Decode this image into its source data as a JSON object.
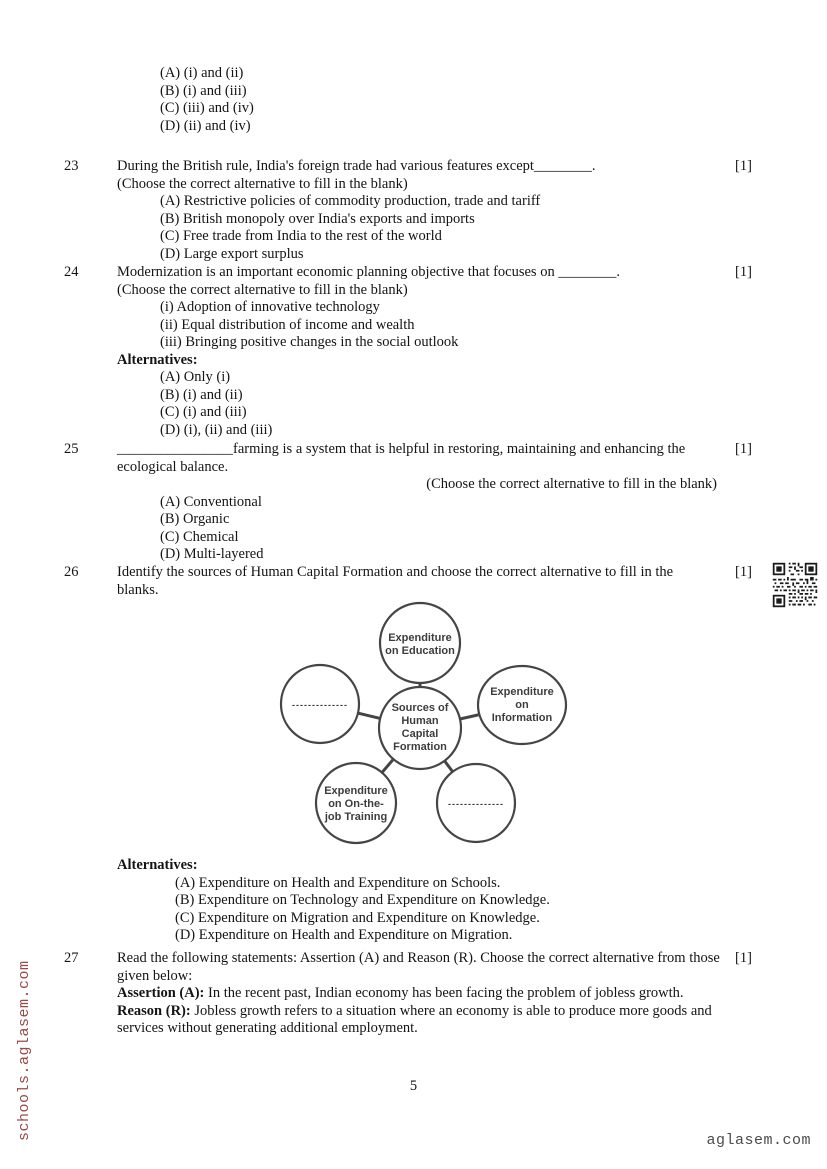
{
  "page": {
    "number": "5",
    "watermark_left": "schools.aglasem.com",
    "watermark_right": "aglasem.com"
  },
  "colors": {
    "watermark_red": "#9a4a45",
    "watermark_gray": "#4b4b4b",
    "diagram_stroke": "#454545",
    "text_black": "#141414"
  },
  "continuation_options": [
    "(A) (i) and (ii)",
    "(B) (i) and (iii)",
    "(C) (iii) and (iv)",
    "(D) (ii) and (iv)"
  ],
  "questions": {
    "q23": {
      "number": "23",
      "marks": "[1]",
      "text": "During the British rule, India's foreign trade had various features except________.",
      "hint": "(Choose the correct alternative to fill in the blank)",
      "options": [
        "(A) Restrictive policies of commodity production, trade and tariff",
        "(B) British monopoly over India's exports and imports",
        "(C) Free trade from India to the rest of the world",
        "(D) Large export surplus"
      ]
    },
    "q24": {
      "number": "24",
      "marks": "[1]",
      "text": "Modernization is an important economic planning objective that focuses on ________.",
      "hint": "(Choose the correct alternative to fill in the blank)",
      "items": [
        "(i) Adoption of innovative technology",
        "(ii) Equal distribution of income and wealth",
        "(iii) Bringing positive changes in the social outlook"
      ],
      "alt_label": "Alternatives:",
      "options": [
        "(A) Only (i)",
        "(B) (i) and (ii)",
        "(C) (i) and (iii)",
        "(D) (i), (ii) and (iii)"
      ]
    },
    "q25": {
      "number": "25",
      "marks": "[1]",
      "text": "________________farming is a system that is helpful in restoring, maintaining and enhancing the ecological balance.",
      "hint": "(Choose the correct alternative to fill in the blank)",
      "options": [
        "(A) Conventional",
        "(B) Organic",
        "(C) Chemical",
        "(D) Multi-layered"
      ]
    },
    "q26": {
      "number": "26",
      "marks": "[1]",
      "text": "Identify the sources of Human Capital Formation and choose the correct alternative to fill in the blanks.",
      "alt_label": "Alternatives:",
      "options": [
        "(A) Expenditure on Health and Expenditure on Schools.",
        "(B) Expenditure on Technology and Expenditure on Knowledge.",
        "(C) Expenditure on Migration and Expenditure on Knowledge.",
        "(D) Expenditure on Health and Expenditure on Migration."
      ]
    },
    "q27": {
      "number": "27",
      "marks": "[1]",
      "text": "Read the following statements: Assertion (A) and Reason (R). Choose the correct alternative from those given below:",
      "assertion_label": "Assertion (A):",
      "assertion_text": " In the recent past, Indian economy has been facing the problem of jobless growth.",
      "reason_label": "Reason (R):",
      "reason_text": " Jobless growth refers to a situation where an economy is able to produce more goods and services without generating additional employment."
    }
  },
  "diagram": {
    "center_lines": [
      "Sources of",
      "Human",
      "Capital",
      "Formation"
    ],
    "top_lines": [
      "Expenditure",
      "on Education"
    ],
    "right_lines": [
      "Expenditure",
      "on",
      "Information"
    ],
    "left_dotted": "--------------",
    "bottom_left_lines": [
      "Expenditure",
      "on On-the-",
      "job Training"
    ],
    "bottom_right_dotted": "--------------"
  }
}
